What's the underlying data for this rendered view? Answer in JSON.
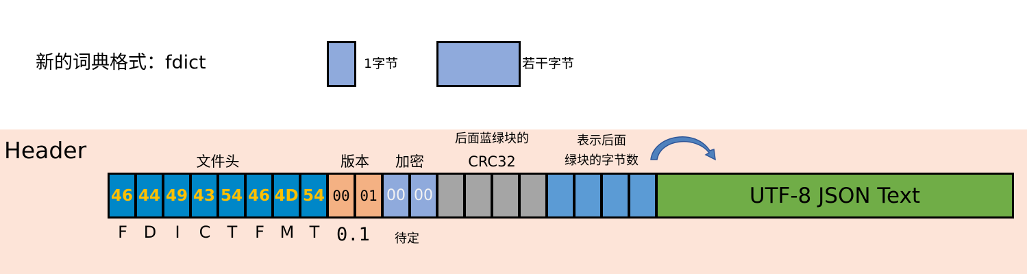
{
  "title": "新的词典格式：fdict",
  "legend": {
    "single_byte_label": "1字节",
    "multi_byte_label": "若干字节",
    "box_color": "#8faadc"
  },
  "section_label": "Header",
  "groups": {
    "magic": {
      "label": "文件头",
      "color": "#0087c8",
      "text_color": "#ffc000"
    },
    "version": {
      "label": "版本",
      "value_label": "0.1",
      "color": "#f4b183"
    },
    "encryption": {
      "label": "加密",
      "note": "待定",
      "color": "#8faadc"
    },
    "crc": {
      "label_line1": "后面蓝绿块的",
      "label_line2": "CRC32",
      "color": "#a5a5a5"
    },
    "length": {
      "label_line1": "表示后面",
      "label_line2": "绿块的字节数",
      "color": "#5b9bd5",
      "arrow": "curved-arrow-right"
    },
    "payload": {
      "label": "UTF-8 JSON Text",
      "color": "#70ad47"
    }
  },
  "magic_bytes": [
    "46",
    "44",
    "49",
    "43",
    "54",
    "46",
    "4D",
    "54"
  ],
  "magic_chars": [
    "F",
    "D",
    "I",
    "C",
    "T",
    "F",
    "M",
    "T"
  ],
  "version_bytes": [
    "00",
    "01"
  ],
  "encryption_bytes": [
    "00",
    "00"
  ],
  "crc_bytes": [
    "",
    "",
    "",
    ""
  ],
  "length_bytes": [
    "",
    "",
    "",
    ""
  ],
  "background_color": "#fde4d8"
}
